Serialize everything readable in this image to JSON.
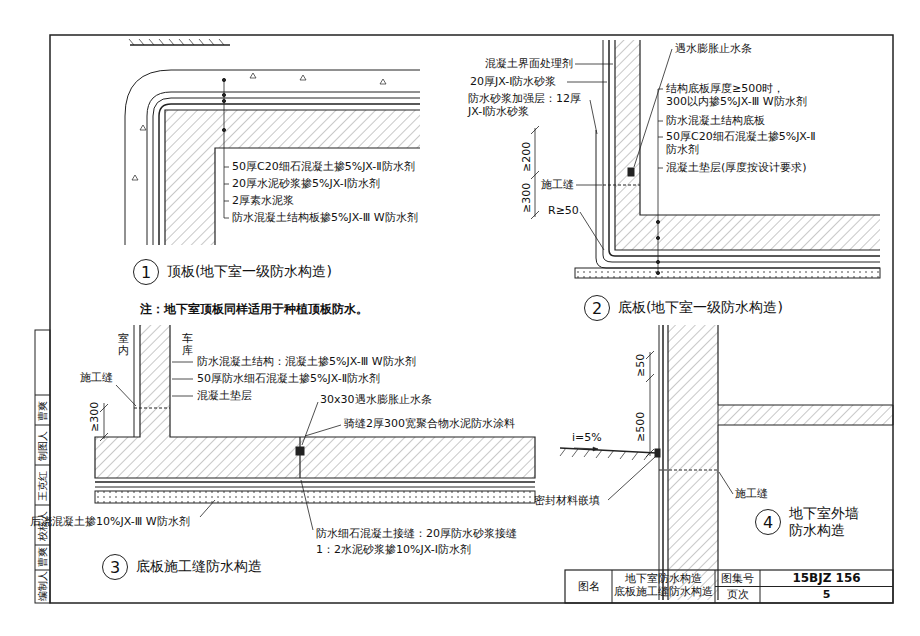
{
  "diagram": {
    "nodes": [
      {
        "text": [
          "1",
          "顶板(地下室一级防水构造)"
        ]
      },
      {
        "text": [
          "2",
          "底板(地下室一级防水构造)"
        ]
      },
      {
        "text": [
          "3",
          "底板施工缝防水构造"
        ]
      },
      {
        "text": [
          "4",
          "地下室外墙 防水构造"
        ]
      }
    ],
    "labels": [
      "50厚C20细石混凝土掺5%JX-Ⅱ防水剂",
      "20厚水泥砂浆掺5%JX-Ⅰ防水剂",
      "2厚素水泥浆",
      "防水混凝土结构板掺5%JX-Ⅲ W防水剂",
      "注：地下室顶板同样适用于种植顶板防水。",
      "混凝土界面处理剂",
      "20厚JX-Ⅰ防水砂浆",
      "防水砂浆加强层：12厚 JX-Ⅰ防水砂浆",
      "遇水膨胀止水条",
      "结构底板厚度≥500时， 300以内掺5%JX-Ⅲ W防水剂",
      "防水混凝土结构底板",
      "50厚C20细石混凝土掺5%JX-Ⅱ 防水剂",
      "混凝土垫层(厚度按设计要求)",
      "≥200",
      "≥300",
      "施工缝",
      "R≥50",
      "室内",
      "车库",
      "防水混凝土结构：混凝土掺5%JX-Ⅲ W防水剂",
      "50厚防水细石混凝土掺5%JX-Ⅱ防水剂",
      "混凝土垫层",
      "30x30遇水膨胀止水条",
      "骑缝2厚300宽聚合物水泥防水涂料",
      "施工缝",
      "≥300",
      "后浇混凝土掺10%JX-Ⅲ W防水剂",
      "防水细石混凝土接缝：20厚防水砂浆接缝",
      "1：2水泥砂浆掺10%JX-Ⅰ防水剂",
      "≥500",
      "≥50",
      "i=5%",
      "密封材料嵌填",
      "施工缝",
      "图名",
      "地下室防水构造 底板施工缝防水构造",
      "图集号",
      "15BJZ 156",
      "页次",
      "5",
      "编制人",
      "曹爽",
      "校核人",
      "王克红",
      "制图人",
      "曹爽"
    ]
  }
}
